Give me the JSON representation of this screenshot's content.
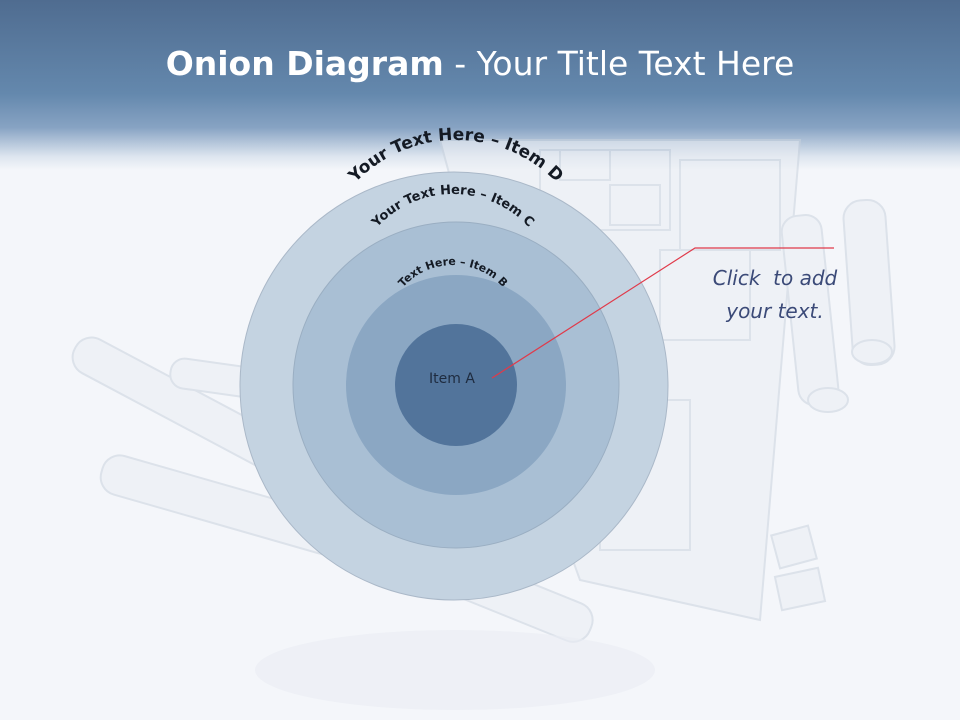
{
  "slide": {
    "title_bold": "Onion Diagram",
    "title_rest": " - Your Title Text Here"
  },
  "diagram": {
    "layers": [
      {
        "label": "Your Text Here – Item D",
        "color": "#c4d3e1"
      },
      {
        "label": "Your Text Here – Item C",
        "color": "#a9bfd4"
      },
      {
        "label": "Text Here – Item B",
        "color": "#8ba7c3"
      },
      {
        "label": "Item A",
        "color": "#52749b"
      }
    ],
    "callout": {
      "line1": "Click  to add",
      "line2": "your text.",
      "line_color": "#e03a4a"
    }
  }
}
